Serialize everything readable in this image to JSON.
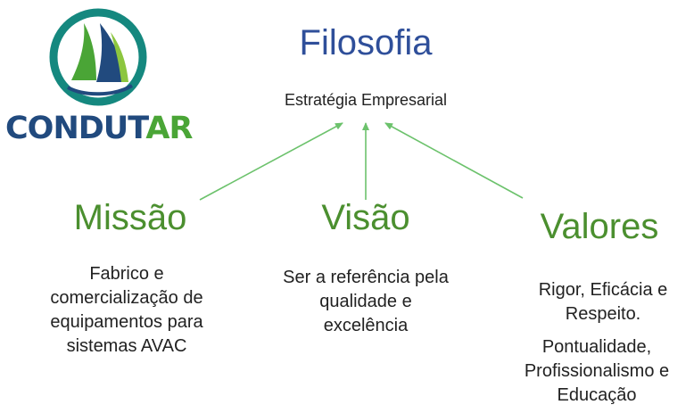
{
  "logo": {
    "text_main": "CONDUT",
    "text_accent": "AR",
    "icon": "sailboat-logo-icon",
    "colors": {
      "navy": "#214a7e",
      "green": "#4aa536",
      "teal": "#15887f",
      "light_green": "#8cc63f"
    }
  },
  "title": "Filosofia",
  "subtitle": "Estratégia Empresarial",
  "columns": {
    "missao": {
      "heading": "Missão",
      "lines": [
        "Fabrico e",
        "comercialização de",
        "equipamentos para",
        "sistemas AVAC"
      ]
    },
    "visao": {
      "heading": "Visão",
      "lines": [
        "Ser a referência pela",
        "qualidade e",
        "excelência"
      ]
    },
    "valores": {
      "heading": "Valores",
      "lines_1": [
        "Rigor, Eficácia e",
        "Respeito."
      ],
      "lines_2": [
        "Pontualidade,",
        "Profissionalismo e",
        "Educação"
      ]
    }
  },
  "colors": {
    "title": "#2f4f9a",
    "heading": "#4b8f2f",
    "arrow": "#6cc26c",
    "text": "#222222"
  }
}
